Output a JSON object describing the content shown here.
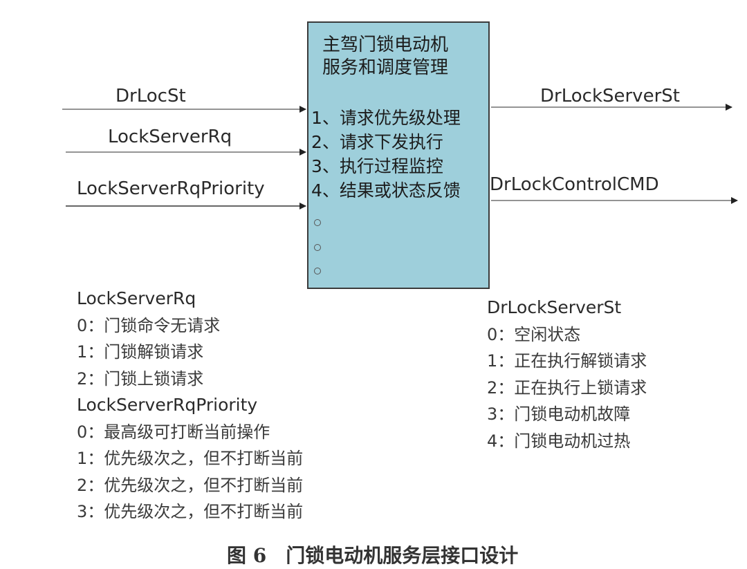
{
  "box": {
    "title_line1": "主驾门锁电动机",
    "title_line2": "服务和调度管理",
    "steps": [
      "1、请求优先级处理",
      "2、请求下发执行",
      "3、执行过程监控",
      "4、结果或状态反馈"
    ]
  },
  "inputs": [
    {
      "label": "DrLocSt"
    },
    {
      "label": "LockServerRq"
    },
    {
      "label": "LockServerRqPriority"
    }
  ],
  "outputs": [
    {
      "label": "DrLockServerSt"
    },
    {
      "label": "DrLockControlCMD"
    }
  ],
  "legend_left": {
    "group1_title": "LockServerRq",
    "group1_items": [
      "0：门锁命令无请求",
      "1：门锁解锁请求",
      "2：门锁上锁请求"
    ],
    "group2_title": "LockServerRqPriority",
    "group2_items": [
      "0：最高级可打断当前操作",
      "1：优先级次之，但不打断当前",
      "2：优先级次之，但不打断当前",
      "3：优先级次之，但不打断当前"
    ]
  },
  "legend_right": {
    "title": "DrLockServerSt",
    "items": [
      "0：空闲状态",
      "1：正在执行解锁请求",
      "2：正在执行上锁请求",
      "3：门锁电动机故障",
      "4：门锁电动机过热"
    ]
  },
  "caption": "图 6　门锁电动机服务层接口设计"
}
